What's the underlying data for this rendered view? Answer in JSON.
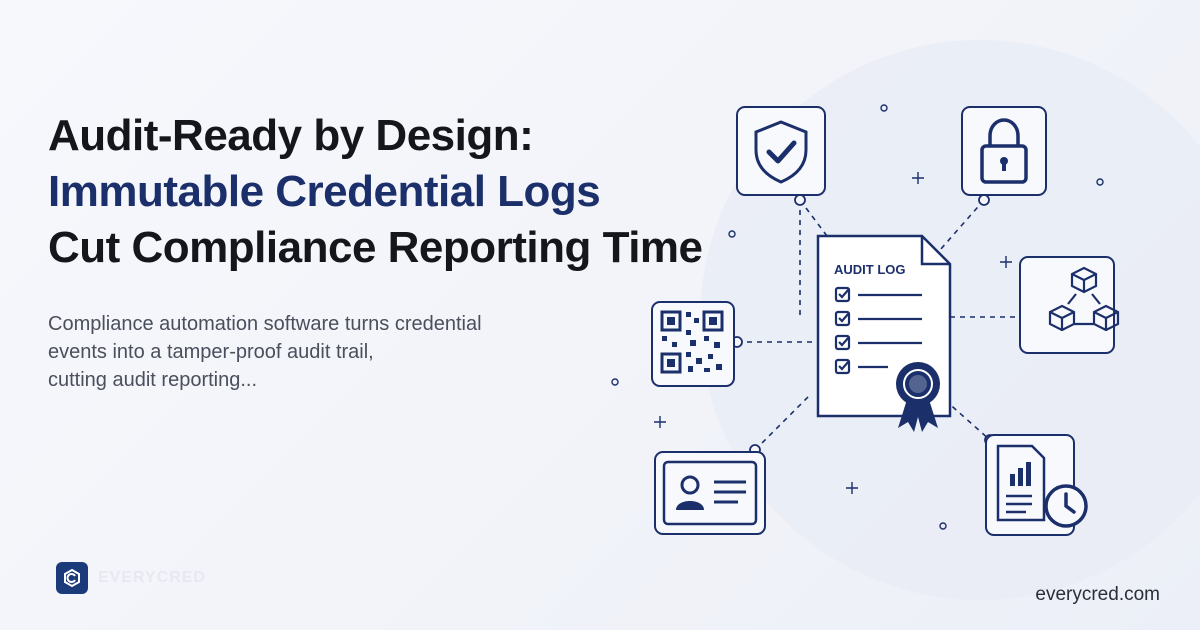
{
  "headline": {
    "line1": "Audit-Ready by Design:",
    "line2": "Immutable Credential Logs",
    "line3": "Cut Compliance Reporting Time"
  },
  "description": {
    "line1": "Compliance automation software turns credential",
    "line2": "events into a tamper-proof audit trail,",
    "line3": "cutting audit reporting..."
  },
  "illustration": {
    "document_label": "AUDIT LOG",
    "icons": [
      "shield-check-icon",
      "padlock-icon",
      "blocks-network-icon",
      "qr-code-icon",
      "id-card-icon",
      "report-clock-icon",
      "award-ribbon-icon"
    ]
  },
  "brand": {
    "name": "EVERYCRED"
  },
  "footer": {
    "url": "everycred.com"
  },
  "colors": {
    "navy": "#1b2f6b",
    "dark": "#14161c",
    "accent": "#1b3a7a"
  }
}
